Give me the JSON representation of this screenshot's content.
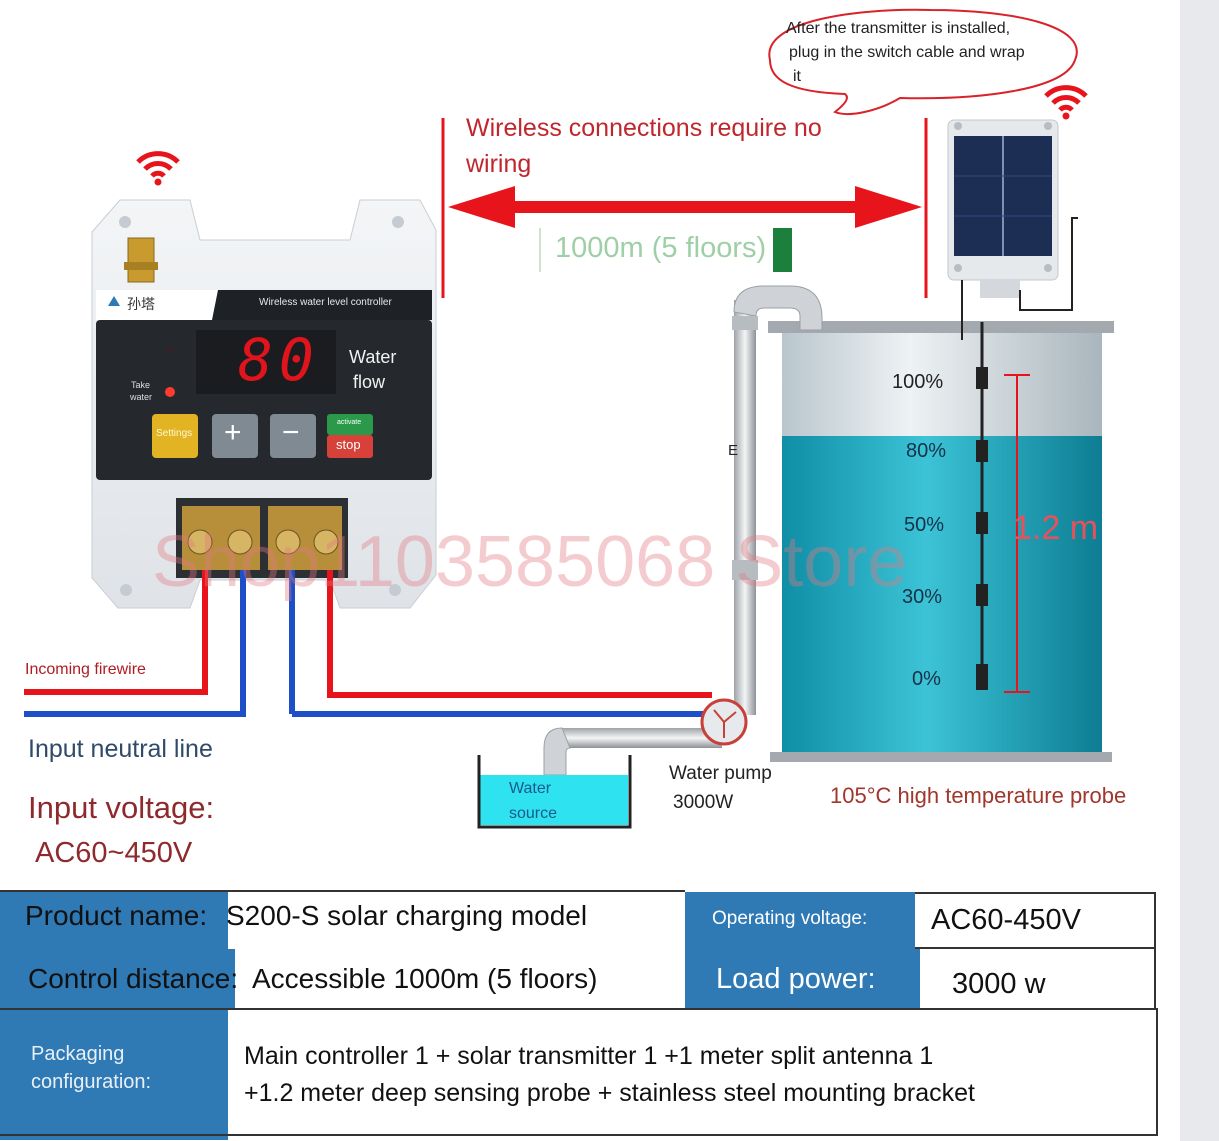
{
  "diagram": {
    "callout": {
      "line1": "After the transmitter is installed,",
      "line2": "plug in the switch cable and wrap",
      "line3": "it"
    },
    "wireless_note": {
      "line1": "Wireless connections require no",
      "line2": "wiring"
    },
    "distance_label": "1000m (5 floors)",
    "controller": {
      "brand": "孙塔",
      "model_title": "Wireless water level controller",
      "display_value": "80",
      "display_caption_line1": "Water",
      "display_caption_line2": "flow",
      "led_label_line1": "Take",
      "led_label_line2": "water",
      "buttons": {
        "settings": "Settings",
        "plus": "+",
        "minus": "−",
        "activate": "activate",
        "stop": "stop"
      }
    },
    "tank": {
      "levels": [
        "100%",
        "80%",
        "50%",
        "30%",
        "0%"
      ],
      "height_label": "1.2 m",
      "pipe_mark": "E"
    },
    "labels": {
      "incoming_firewire": "Incoming firewire",
      "input_neutral": "Input neutral line",
      "input_voltage_title": "Input voltage:",
      "input_voltage_value": "AC60~450V",
      "water_source_line1": "Water",
      "water_source_line2": "source",
      "pump_line1": "Water pump",
      "pump_line2": "3000W",
      "probe": "105°C high temperature probe"
    },
    "watermark": "Shop1103585068 Store",
    "colors": {
      "red": "#e8141c",
      "blue": "#1f4fc8",
      "water": "#2bb3c8",
      "green": "#1d7f3c"
    }
  },
  "specs": {
    "product_name_label": "Product name:",
    "product_name_value": "S200-S solar charging model",
    "operating_voltage_label": "Operating voltage:",
    "operating_voltage_value": "AC60-450V",
    "control_distance_label": "Control distance:",
    "control_distance_value": "Accessible 1000m (5 floors)",
    "load_power_label": "Load power:",
    "load_power_value": "3000 w",
    "packaging_label_line1": "Packaging",
    "packaging_label_line2": "configuration:",
    "packaging_line1": "Main controller 1 + solar transmitter 1 +1 meter split antenna 1",
    "packaging_line2": "+1.2 meter deep sensing probe + stainless steel mounting bracket"
  }
}
